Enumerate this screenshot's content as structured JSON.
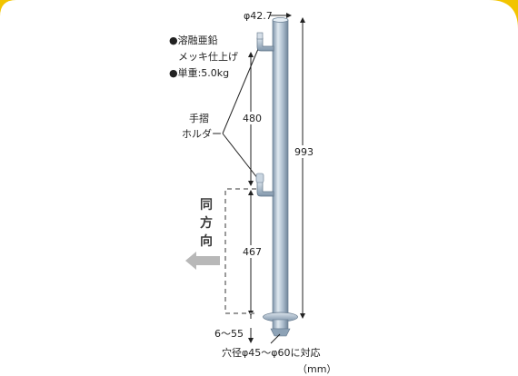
{
  "diameter_label": "φ42.7",
  "specs": {
    "line1": "●溶融亜鉛",
    "line2": "メッキ仕上げ",
    "line3": "●単重:5.0kg"
  },
  "holder_label": {
    "line1": "手摺",
    "line2": "ホルダー"
  },
  "dimensions": {
    "upper_spacing": "480",
    "lower_spacing": "467",
    "total_height": "993",
    "base_gap": "6～55"
  },
  "direction_label": [
    "同",
    "方",
    "向"
  ],
  "hole_note": "穴径φ45～φ60に対応",
  "unit": "（mm）",
  "colors": {
    "background": "#f2c400",
    "panel": "#ffffff",
    "post": "#a9bdd0",
    "dashed": "#9a9a9a",
    "arrow": "#b8b8b8"
  }
}
